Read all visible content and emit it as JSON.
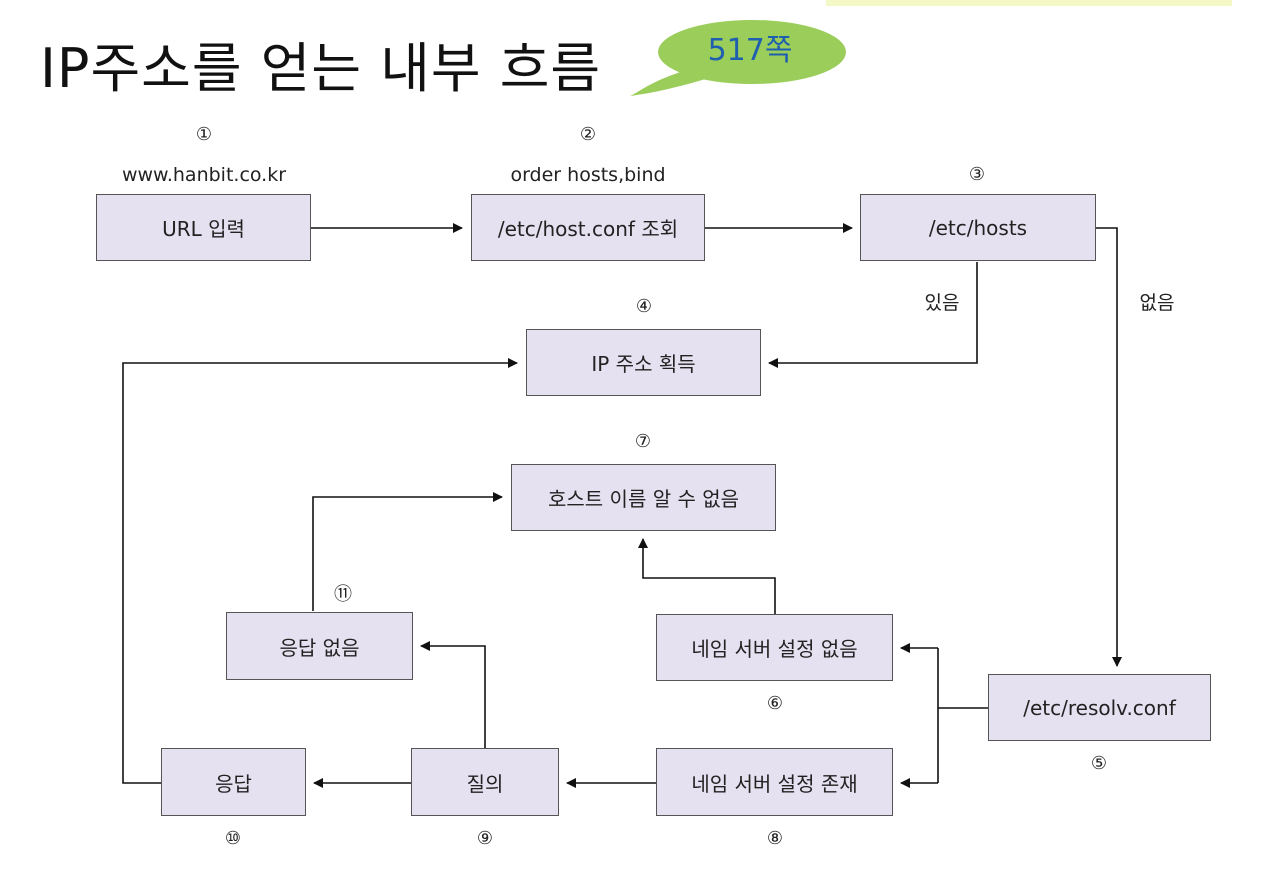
{
  "title": "IP주소를 얻는 내부 흐름",
  "callout": {
    "text": "517쪽",
    "color": "#9acd5a"
  },
  "colors": {
    "box_fill": "#e6e1f0",
    "box_border": "#555555",
    "arrow": "#111111"
  },
  "steps": {
    "s1": {
      "number": "①",
      "caption": "www.hanbit.co.kr",
      "label": "URL 입력"
    },
    "s2": {
      "number": "②",
      "caption": "order hosts,bind",
      "label": "/etc/host.conf 조회"
    },
    "s3": {
      "number": "③",
      "label": "/etc/hosts"
    },
    "s4": {
      "number": "④",
      "label": "IP 주소 획득"
    },
    "s5": {
      "number": "⑤",
      "label": "/etc/resolv.conf"
    },
    "s6": {
      "number": "⑥",
      "label": "네임 서버 설정 없음"
    },
    "s7": {
      "number": "⑦",
      "label": "호스트 이름 알 수 없음"
    },
    "s8": {
      "number": "⑧",
      "label": "네임 서버 설정 존재"
    },
    "s9": {
      "number": "⑨",
      "label": "질의"
    },
    "s10": {
      "number": "⑩",
      "label": "응답"
    },
    "s11": {
      "number": "⑪",
      "label": "응답 없음"
    }
  },
  "edge_labels": {
    "found": "있음",
    "not_found": "없음"
  }
}
